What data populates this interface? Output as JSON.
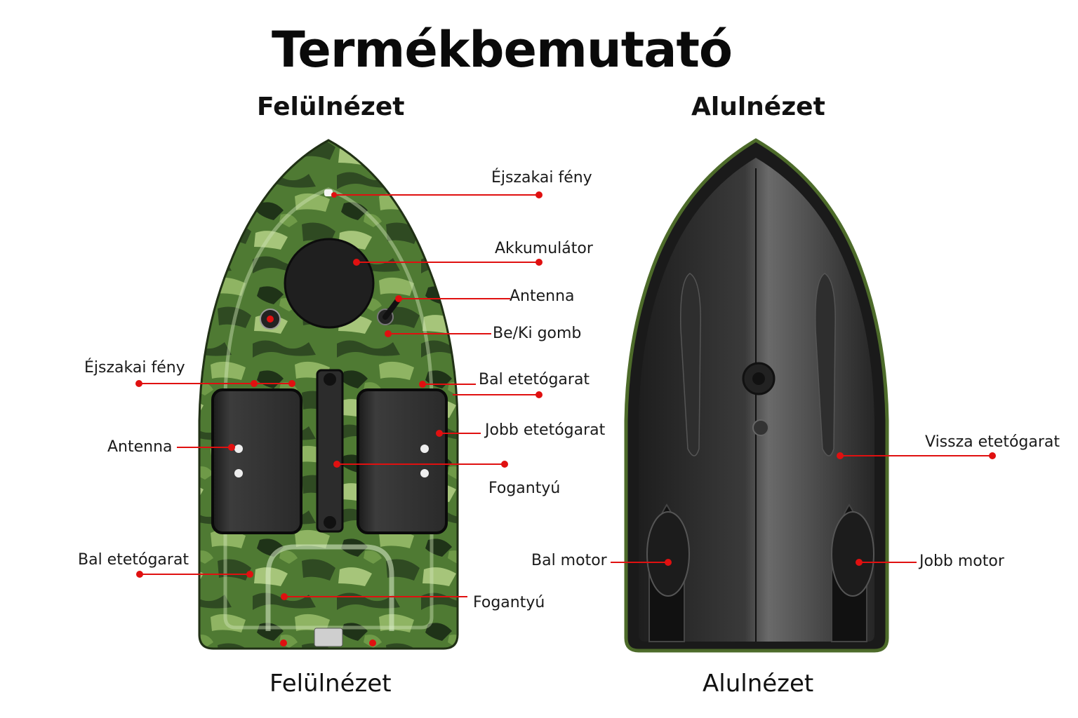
{
  "title": "Termékbemutató",
  "top_view": {
    "heading": "Felülnézet",
    "caption": "Felülnézet",
    "labels": {
      "night_light_top": "Éjszakai fény",
      "battery": "Akkumulátor",
      "antenna_top": "Antenna",
      "power_switch": "Be/Ki gomb",
      "night_light_left": "Éjszakai fény",
      "left_hopper_right": "Bal etetógarat",
      "antenna_left": "Antenna",
      "right_hopper": "Jobb etetógarat",
      "handle_center": "Fogantyú",
      "left_hopper_left": "Bal etetógarat",
      "handle_rear": "Fogantyú"
    }
  },
  "bottom_view": {
    "heading": "Alulnézet",
    "caption": "Alulnézet",
    "labels": {
      "return_hopper": "Vissza etetógarat",
      "left_motor": "Bal motor",
      "right_motor": "Jobb motor"
    }
  },
  "colors": {
    "callout": "#e01010",
    "camo_dark": "#2f4a22",
    "camo_mid": "#4f7a33",
    "camo_light": "#8fb463",
    "hull_black": "#2a2a2a",
    "hull_rim": "#4d6b2a"
  }
}
